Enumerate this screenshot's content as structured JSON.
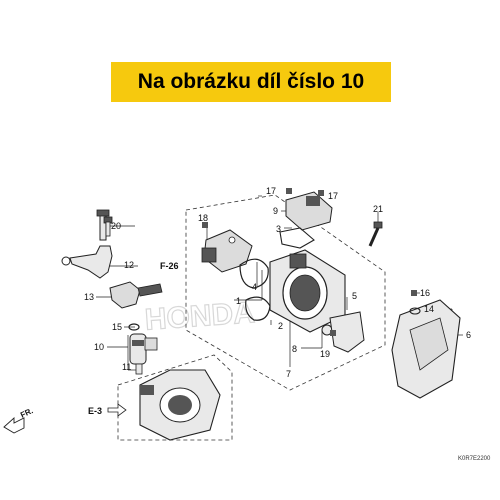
{
  "banner": {
    "text": "Na obrázku díl číslo 10",
    "background": "#f6c90e"
  },
  "callouts": {
    "c1": "1",
    "c2": "2",
    "c3": "3",
    "c4": "4",
    "c5": "5",
    "c6": "6",
    "c7": "7",
    "c8": "8",
    "c9": "9",
    "c10": "10",
    "c11": "11",
    "c12": "12",
    "c13": "13",
    "c14": "14",
    "c15": "15",
    "c16": "16",
    "c17a": "17",
    "c17b": "17",
    "c18": "18",
    "c19": "19",
    "c20": "20",
    "c21": "21"
  },
  "refs": {
    "f26": "F-26",
    "e3": "E-3",
    "fr": "FR."
  },
  "part_code": "K0R7E2200",
  "watermark": "HONDA",
  "colors": {
    "line": "#222222",
    "part_fill": "#e9e9e9",
    "part_dark": "#555555",
    "watermark": "#d8d8d8"
  }
}
